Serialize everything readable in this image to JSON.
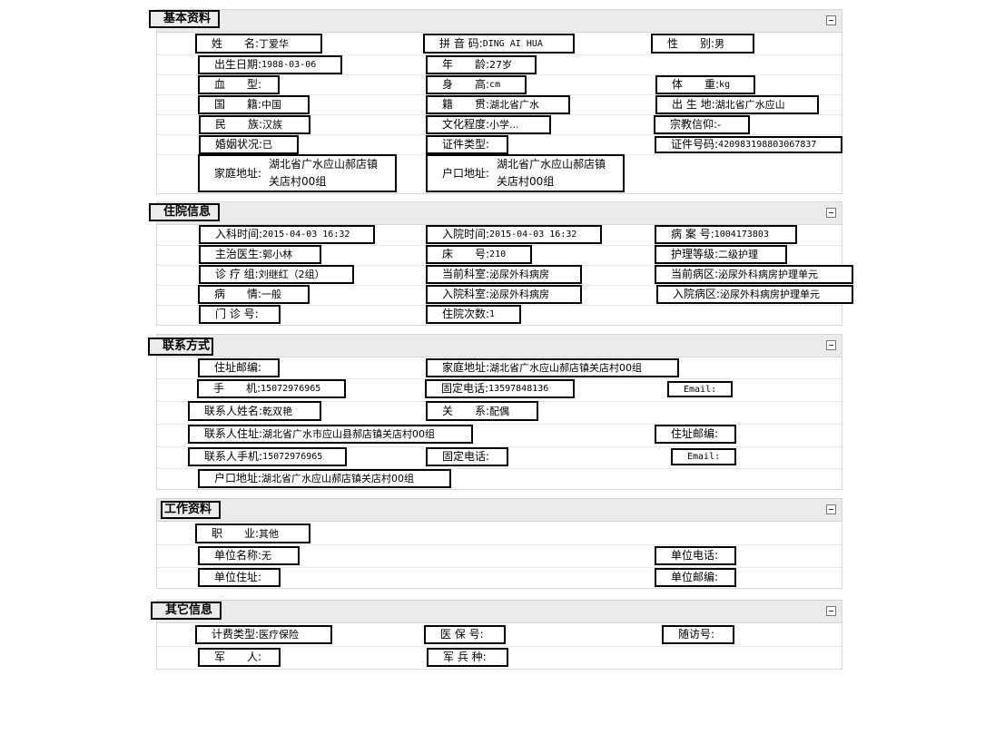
{
  "sections": {
    "basic": {
      "title": "基本资料",
      "fields": {
        "name": {
          "label": "姓　　名:",
          "value": "丁爱华"
        },
        "pinyin": {
          "label": "拼 音 码:",
          "value": "DING AI HUA"
        },
        "gender": {
          "label": "性　　别:",
          "value": "男"
        },
        "birthdate": {
          "label": "出生日期:",
          "value": "1988-03-06"
        },
        "age": {
          "label": "年　　龄:",
          "value": "27岁"
        },
        "blood_type": {
          "label": "血　　型:",
          "value": ""
        },
        "height": {
          "label": "身　　高:",
          "value": "cm"
        },
        "weight": {
          "label": "体　　重:",
          "value": "kg"
        },
        "nationality": {
          "label": "国　　籍:",
          "value": "中国"
        },
        "native_place": {
          "label": "籍　　贯:",
          "value": "湖北省广水"
        },
        "birthplace": {
          "label": "出 生 地:",
          "value": "湖北省广水应山"
        },
        "ethnicity": {
          "label": "民　　族:",
          "value": "汉族"
        },
        "education": {
          "label": "文化程度:",
          "value": "小学..."
        },
        "religion": {
          "label": "宗教信仰:",
          "value": "-"
        },
        "marital": {
          "label": "婚姻状况:",
          "value": "已"
        },
        "id_type": {
          "label": "证件类型:",
          "value": ""
        },
        "id_number": {
          "label": "证件号码:",
          "value": "420983198803067837"
        },
        "home_address": {
          "label": "家庭地址:",
          "value": "湖北省广水应山郝店镇关店村00组"
        },
        "hukou_address": {
          "label": "户口地址:",
          "value": "湖北省广水应山郝店镇关店村00组"
        }
      }
    },
    "admission": {
      "title": "住院信息",
      "fields": {
        "dept_time": {
          "label": "入科时间:",
          "value": "2015-04-03 16:32"
        },
        "admit_time": {
          "label": "入院时间:",
          "value": "2015-04-03 16:32"
        },
        "record_no": {
          "label": "病 案 号:",
          "value": "1004173803"
        },
        "doctor": {
          "label": "主治医生:",
          "value": "郭小林"
        },
        "bed": {
          "label": "床　　号:",
          "value": "210"
        },
        "care_level": {
          "label": "护理等级:",
          "value": "二级护理"
        },
        "team": {
          "label": "诊 疗 组:",
          "value": "刘继红（2组）"
        },
        "current_dept": {
          "label": "当前科室:",
          "value": "泌尿外科病房"
        },
        "current_ward": {
          "label": "当前病区:",
          "value": "泌尿外科病房护理单元"
        },
        "condition": {
          "label": "病　　情:",
          "value": "一般"
        },
        "admit_dept": {
          "label": "入院科室:",
          "value": "泌尿外科病房"
        },
        "admit_ward": {
          "label": "入院病区:",
          "value": "泌尿外科病房护理单元"
        },
        "outpatient_no": {
          "label": "门 诊 号:",
          "value": ""
        },
        "admit_count": {
          "label": "住院次数:",
          "value": "1"
        }
      }
    },
    "contact": {
      "title": "联系方式",
      "fields": {
        "zip": {
          "label": "住址邮编:",
          "value": ""
        },
        "home_address": {
          "label": "家庭地址:",
          "value": "湖北省广水应山郝店镇关店村00组"
        },
        "mobile": {
          "label": "手　　机:",
          "value": "15072976965"
        },
        "phone": {
          "label": "固定电话:",
          "value": "13597848136"
        },
        "email": {
          "label": "Email:",
          "value": ""
        },
        "contact_name": {
          "label": "联系人姓名:",
          "value": "乾双艳"
        },
        "relation": {
          "label": "关　　系:",
          "value": "配偶"
        },
        "contact_address": {
          "label": "联系人住址:",
          "value": "湖北省广水市应山县郝店镇关店村00组"
        },
        "contact_zip": {
          "label": "住址邮编:",
          "value": ""
        },
        "contact_mobile": {
          "label": "联系人手机:",
          "value": "15072976965"
        },
        "contact_phone": {
          "label": "固定电话:",
          "value": ""
        },
        "contact_email": {
          "label": "Email:",
          "value": ""
        },
        "hukou_address": {
          "label": "户口地址:",
          "value": "湖北省广水应山郝店镇关店村00组"
        }
      }
    },
    "work": {
      "title": "工作资料",
      "fields": {
        "occupation": {
          "label": "职　　业:",
          "value": "其他"
        },
        "employer": {
          "label": "单位名称:",
          "value": "无"
        },
        "work_phone": {
          "label": "单位电话:",
          "value": ""
        },
        "work_address": {
          "label": "单位住址:",
          "value": ""
        },
        "work_zip": {
          "label": "单位邮编:",
          "value": ""
        }
      }
    },
    "other": {
      "title": "其它信息",
      "fields": {
        "payment_type": {
          "label": "计费类型:",
          "value": "医疗保险"
        },
        "insurance_no": {
          "label": "医 保 号:",
          "value": ""
        },
        "followup_no": {
          "label": "随访号:",
          "value": ""
        },
        "military": {
          "label": "军　　人:",
          "value": ""
        },
        "military_branch": {
          "label": "军 兵 种:",
          "value": ""
        }
      }
    }
  }
}
